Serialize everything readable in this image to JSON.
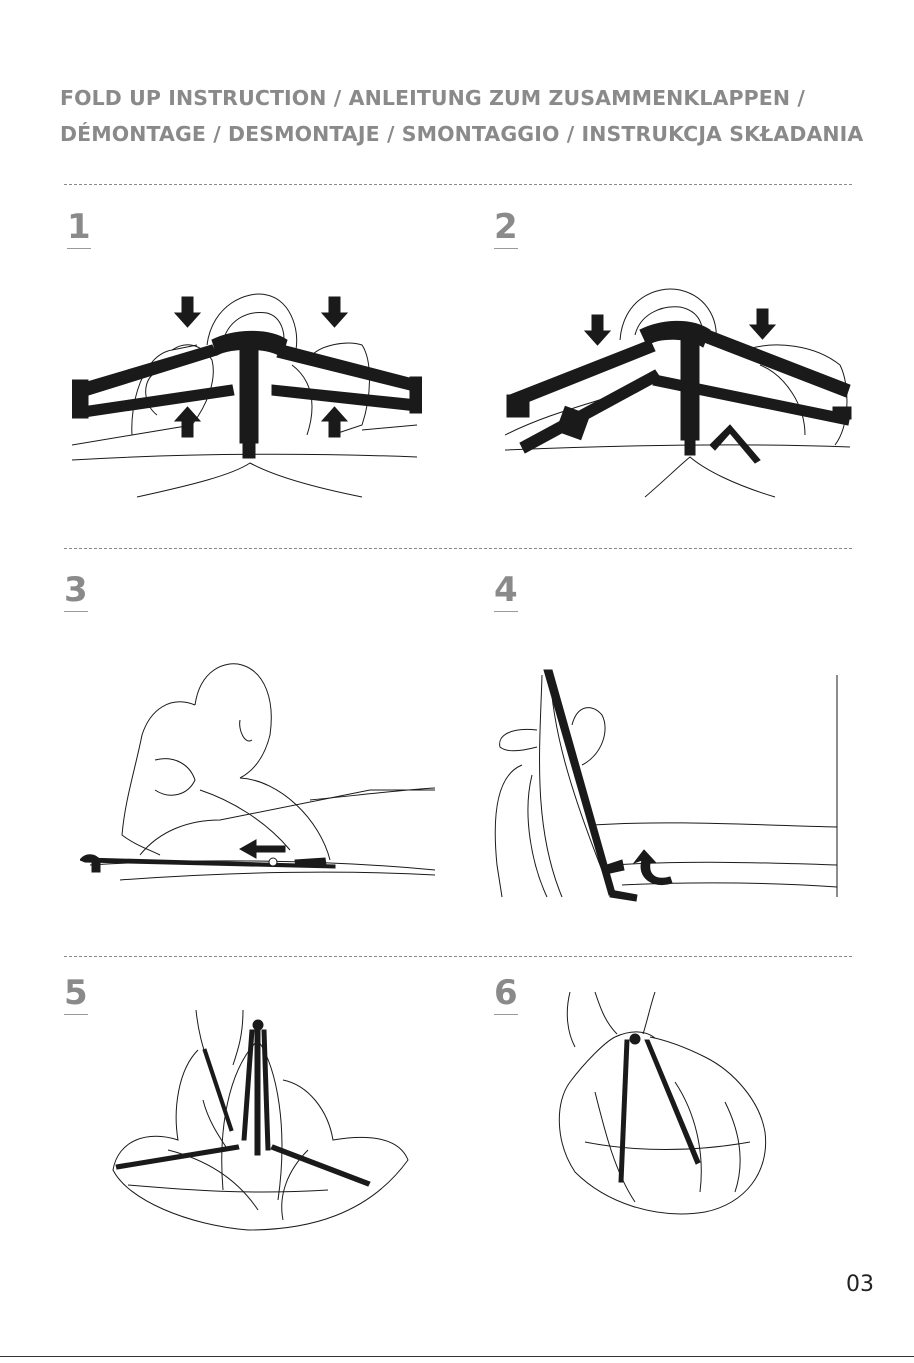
{
  "header": {
    "title_line1": "FOLD UP INSTRUCTION / ANLEITUNG ZUM ZUSAMMENKLAPPEN /",
    "title_line2": "DÉMONTAGE / DESMONTAJE / SMONTAGGIO / INSTRUKCJA SKŁADANIA"
  },
  "steps": [
    {
      "number": "1"
    },
    {
      "number": "2"
    },
    {
      "number": "3"
    },
    {
      "number": "4"
    },
    {
      "number": "5"
    },
    {
      "number": "6"
    }
  ],
  "footer": {
    "page_number": "03"
  },
  "colors": {
    "heading": "#8a8a8a",
    "ink": "#1a1a1a"
  }
}
